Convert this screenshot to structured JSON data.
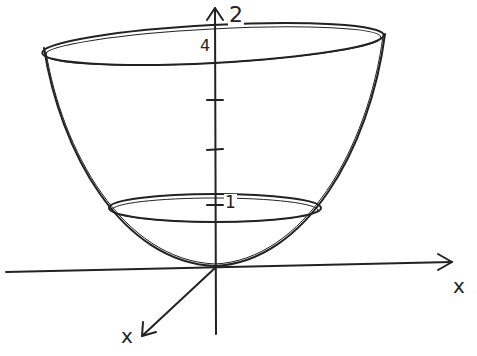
{
  "diagram": {
    "labels": [
      "2",
      "4",
      "1",
      "x",
      "x"
    ]
  }
}
